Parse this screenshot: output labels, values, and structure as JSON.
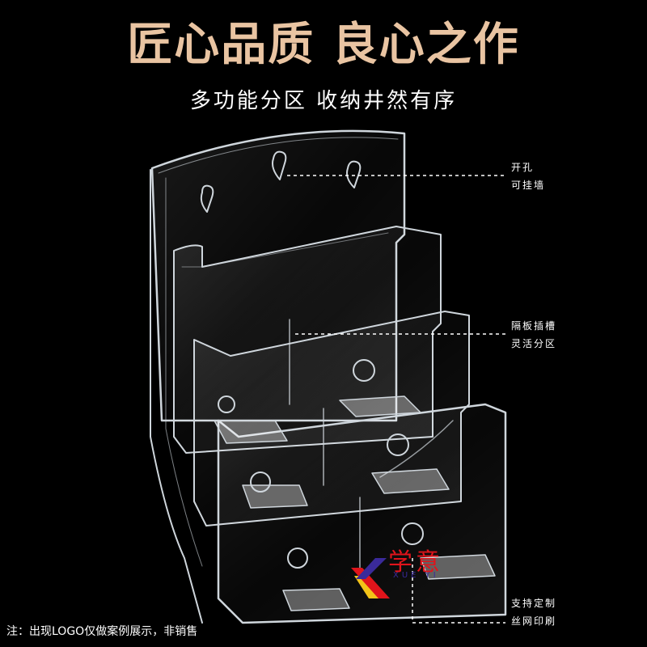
{
  "headline": "匠心品质 良心之作",
  "subline": "多功能分区  收纳井然有序",
  "callouts": {
    "hang": {
      "line1": "开孔",
      "line2": "可挂墙"
    },
    "divider": {
      "line1": "隔板插槽",
      "line2": "灵活分区"
    },
    "print": {
      "line1": "支持定制",
      "line2": "丝网印刷"
    }
  },
  "logo": {
    "brand": "学意",
    "pinyin": "XUE YI"
  },
  "footnote": "注：出现LOGO仅做案例展示，非销售",
  "colors": {
    "background": "#000000",
    "headline": "#e9c4a2",
    "text": "#ffffff",
    "acrylic_edge": "#cfd6dc",
    "logo_red": "#e0141b",
    "logo_yellow": "#f3c318",
    "logo_purple": "#3a2a9a"
  }
}
